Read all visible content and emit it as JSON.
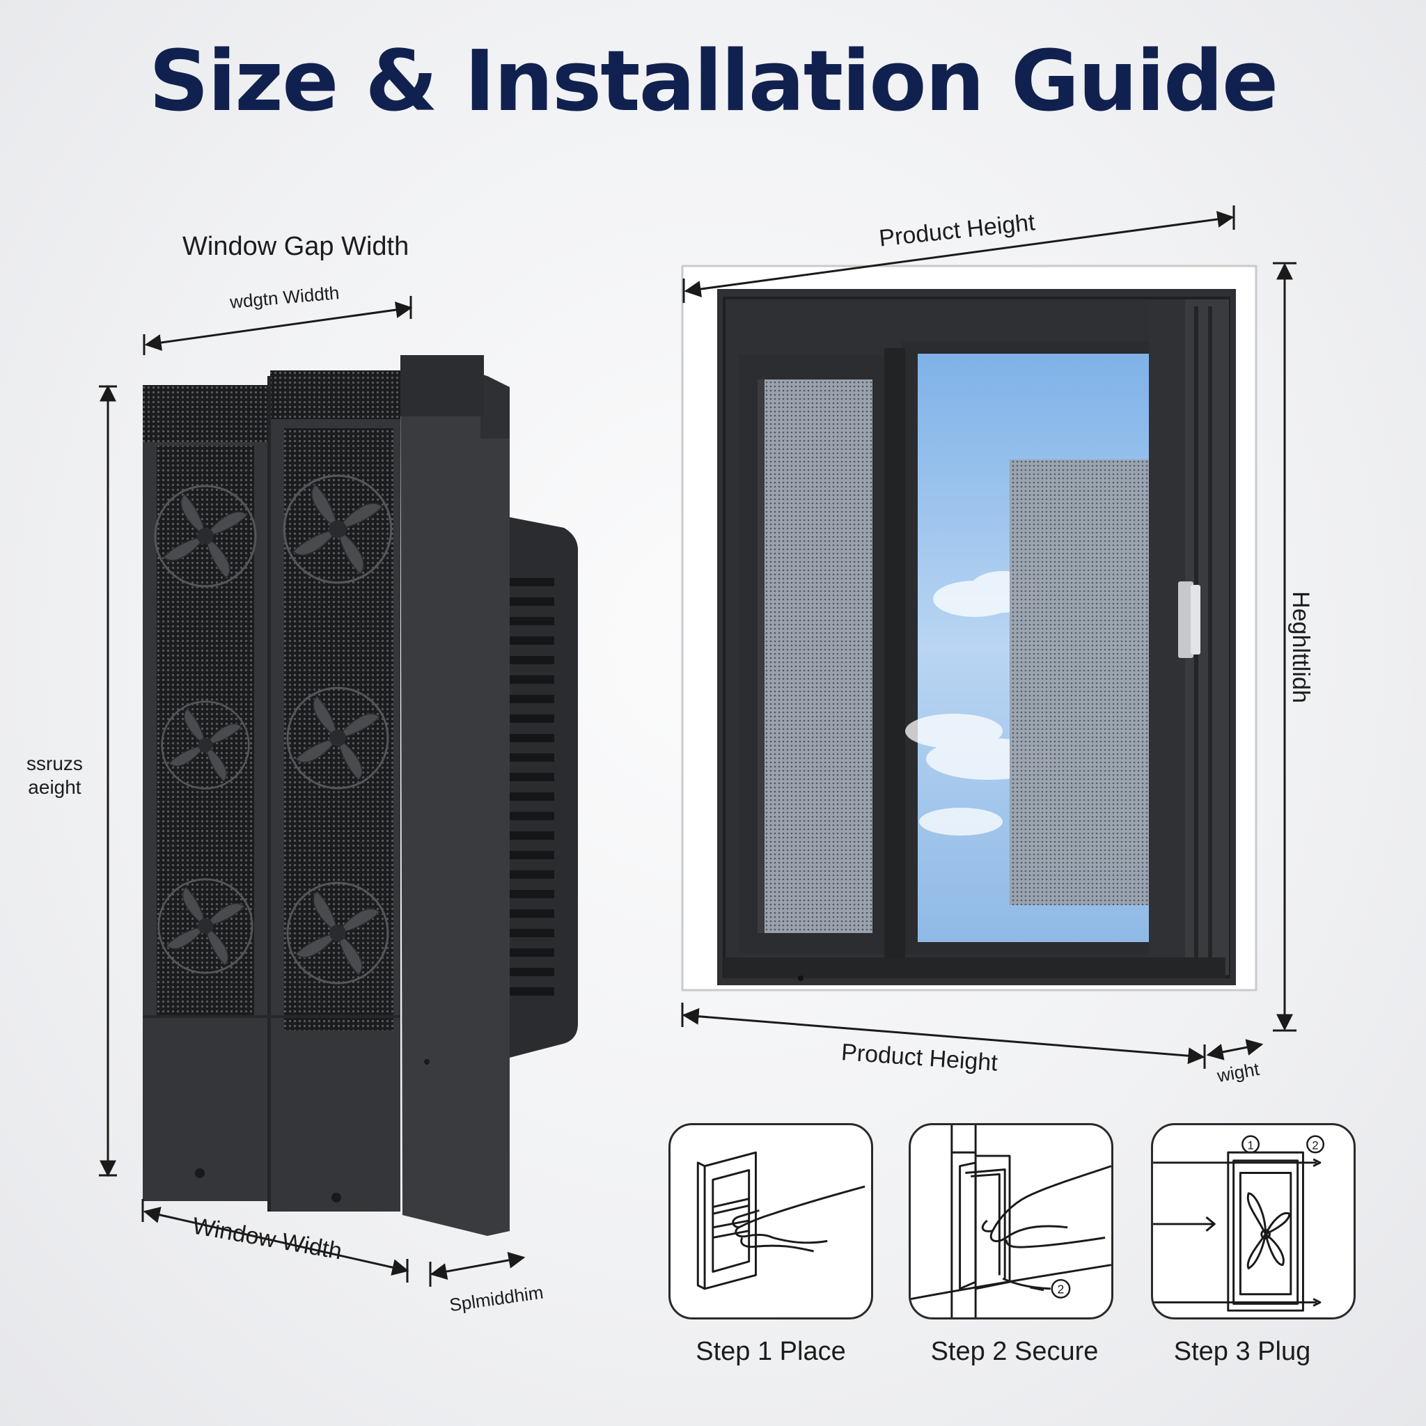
{
  "colors": {
    "title": "#11214f",
    "fan_body": "#333438",
    "fan_dark": "#1f2023",
    "window_frame": "#2f3033",
    "sky": "#9fc4ec"
  },
  "header": {
    "title": "Size & Installation Guide"
  },
  "fan_dimensions": {
    "gap_width_label": "Window Gap Width",
    "top_arrow_label": "wdgtn Widdth",
    "height_label": "ssruzs\naeight",
    "bottom_left_label": "Window Width",
    "bottom_right_label": "Splmiddhim"
  },
  "window_dimensions": {
    "top_label": "Product Height",
    "right_label": "Heghlttlidh",
    "bottom_label": "Product Height",
    "bottom_right_label": "wight"
  },
  "steps": [
    {
      "label": "Step 1 Place",
      "icon": "hand-place-icon"
    },
    {
      "label": "Step 2 Secure",
      "icon": "hand-secure-icon",
      "marker": "2"
    },
    {
      "label": "Step 3 Plug",
      "icon": "fan-plug-icon",
      "markers": [
        "1",
        "2"
      ]
    }
  ]
}
